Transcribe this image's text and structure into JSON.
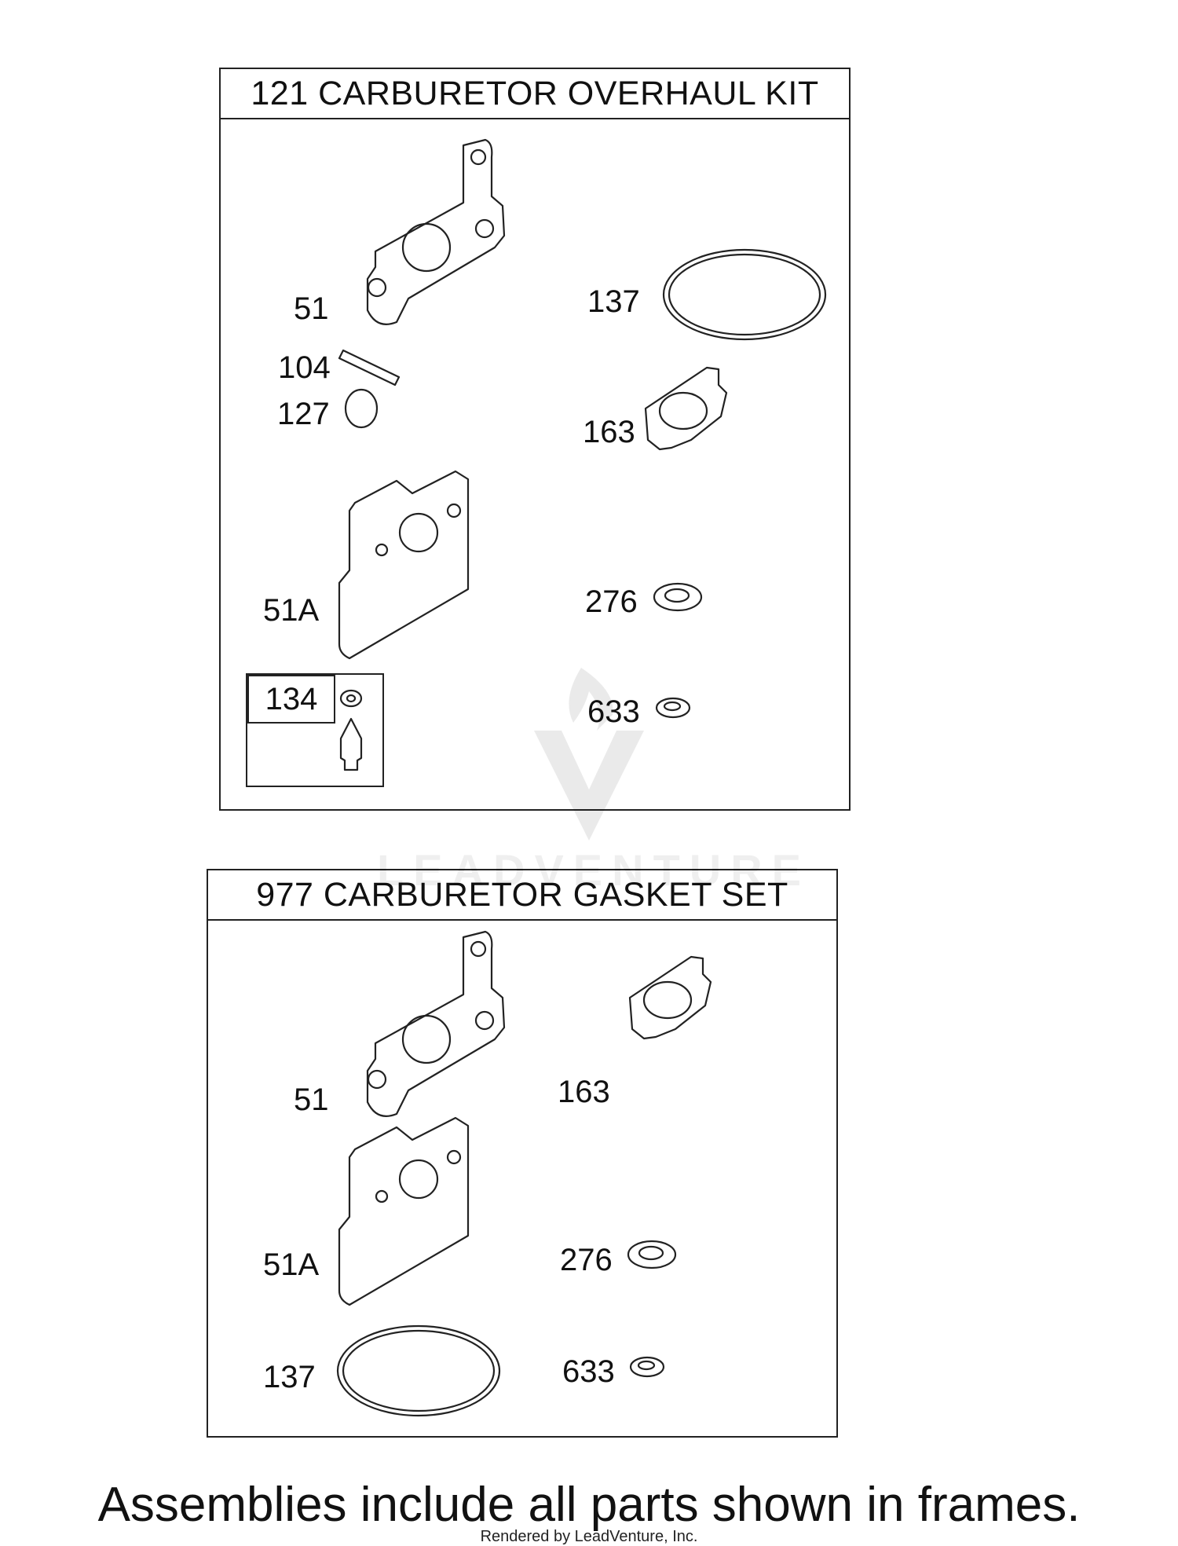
{
  "assemblies": [
    {
      "title": "121 CARBURETOR OVERHAUL KIT",
      "callouts": [
        "51",
        "104",
        "127",
        "51A",
        "137",
        "163",
        "276",
        "633"
      ],
      "subassembly": {
        "label": "134"
      }
    },
    {
      "title": "977 CARBURETOR GASKET SET",
      "callouts": [
        "51",
        "51A",
        "137",
        "163",
        "276",
        "633"
      ]
    }
  ],
  "footer_note": "Assemblies include all parts shown in frames.",
  "rendered_by": "Rendered by LeadVenture, Inc.",
  "watermark": "LEADVENTURE"
}
